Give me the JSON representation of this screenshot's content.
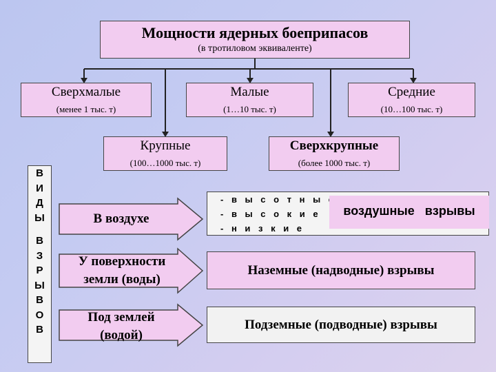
{
  "title": {
    "main": "Мощности ядерных боеприпасов",
    "sub": "(в  тротиловом   эквиваленте)"
  },
  "categories": [
    {
      "name": "Сверхмалые",
      "range": "(менее 1 тыс. т)"
    },
    {
      "name": "Малые",
      "range": "(1…10 тыс. т)"
    },
    {
      "name": "Средние",
      "range": "(10…100 тыс. т)"
    },
    {
      "name": "Крупные",
      "range": "(100…1000 тыс. т)"
    },
    {
      "name": "Сверхкрупные",
      "range": "(более 1000 тыс. т)"
    }
  ],
  "vertical_label": {
    "word1": [
      "В",
      "И",
      "Д",
      "Ы"
    ],
    "word2": [
      "В",
      "З",
      "Р",
      "Ы",
      "В",
      "О",
      "В"
    ]
  },
  "arrows": [
    {
      "label_line1": "В воздухе",
      "label_line2": ""
    },
    {
      "label_line1": "У поверхности",
      "label_line2": "земли (воды)"
    },
    {
      "label_line1": "Под землей",
      "label_line2": "(водой)"
    }
  ],
  "results": {
    "air_heights": [
      "- в ы с о т н ы е",
      "- в ы с о к и е",
      "- н и з к и е"
    ],
    "air_label": "воздушные  взрывы",
    "surface": "Наземные (надводные) взрывы",
    "underground": "Подземные (подводные) взрывы"
  },
  "colors": {
    "box_pink": "#f2ccf0",
    "arrow_green": "#3dbf86",
    "background": "#c4cbf2"
  }
}
